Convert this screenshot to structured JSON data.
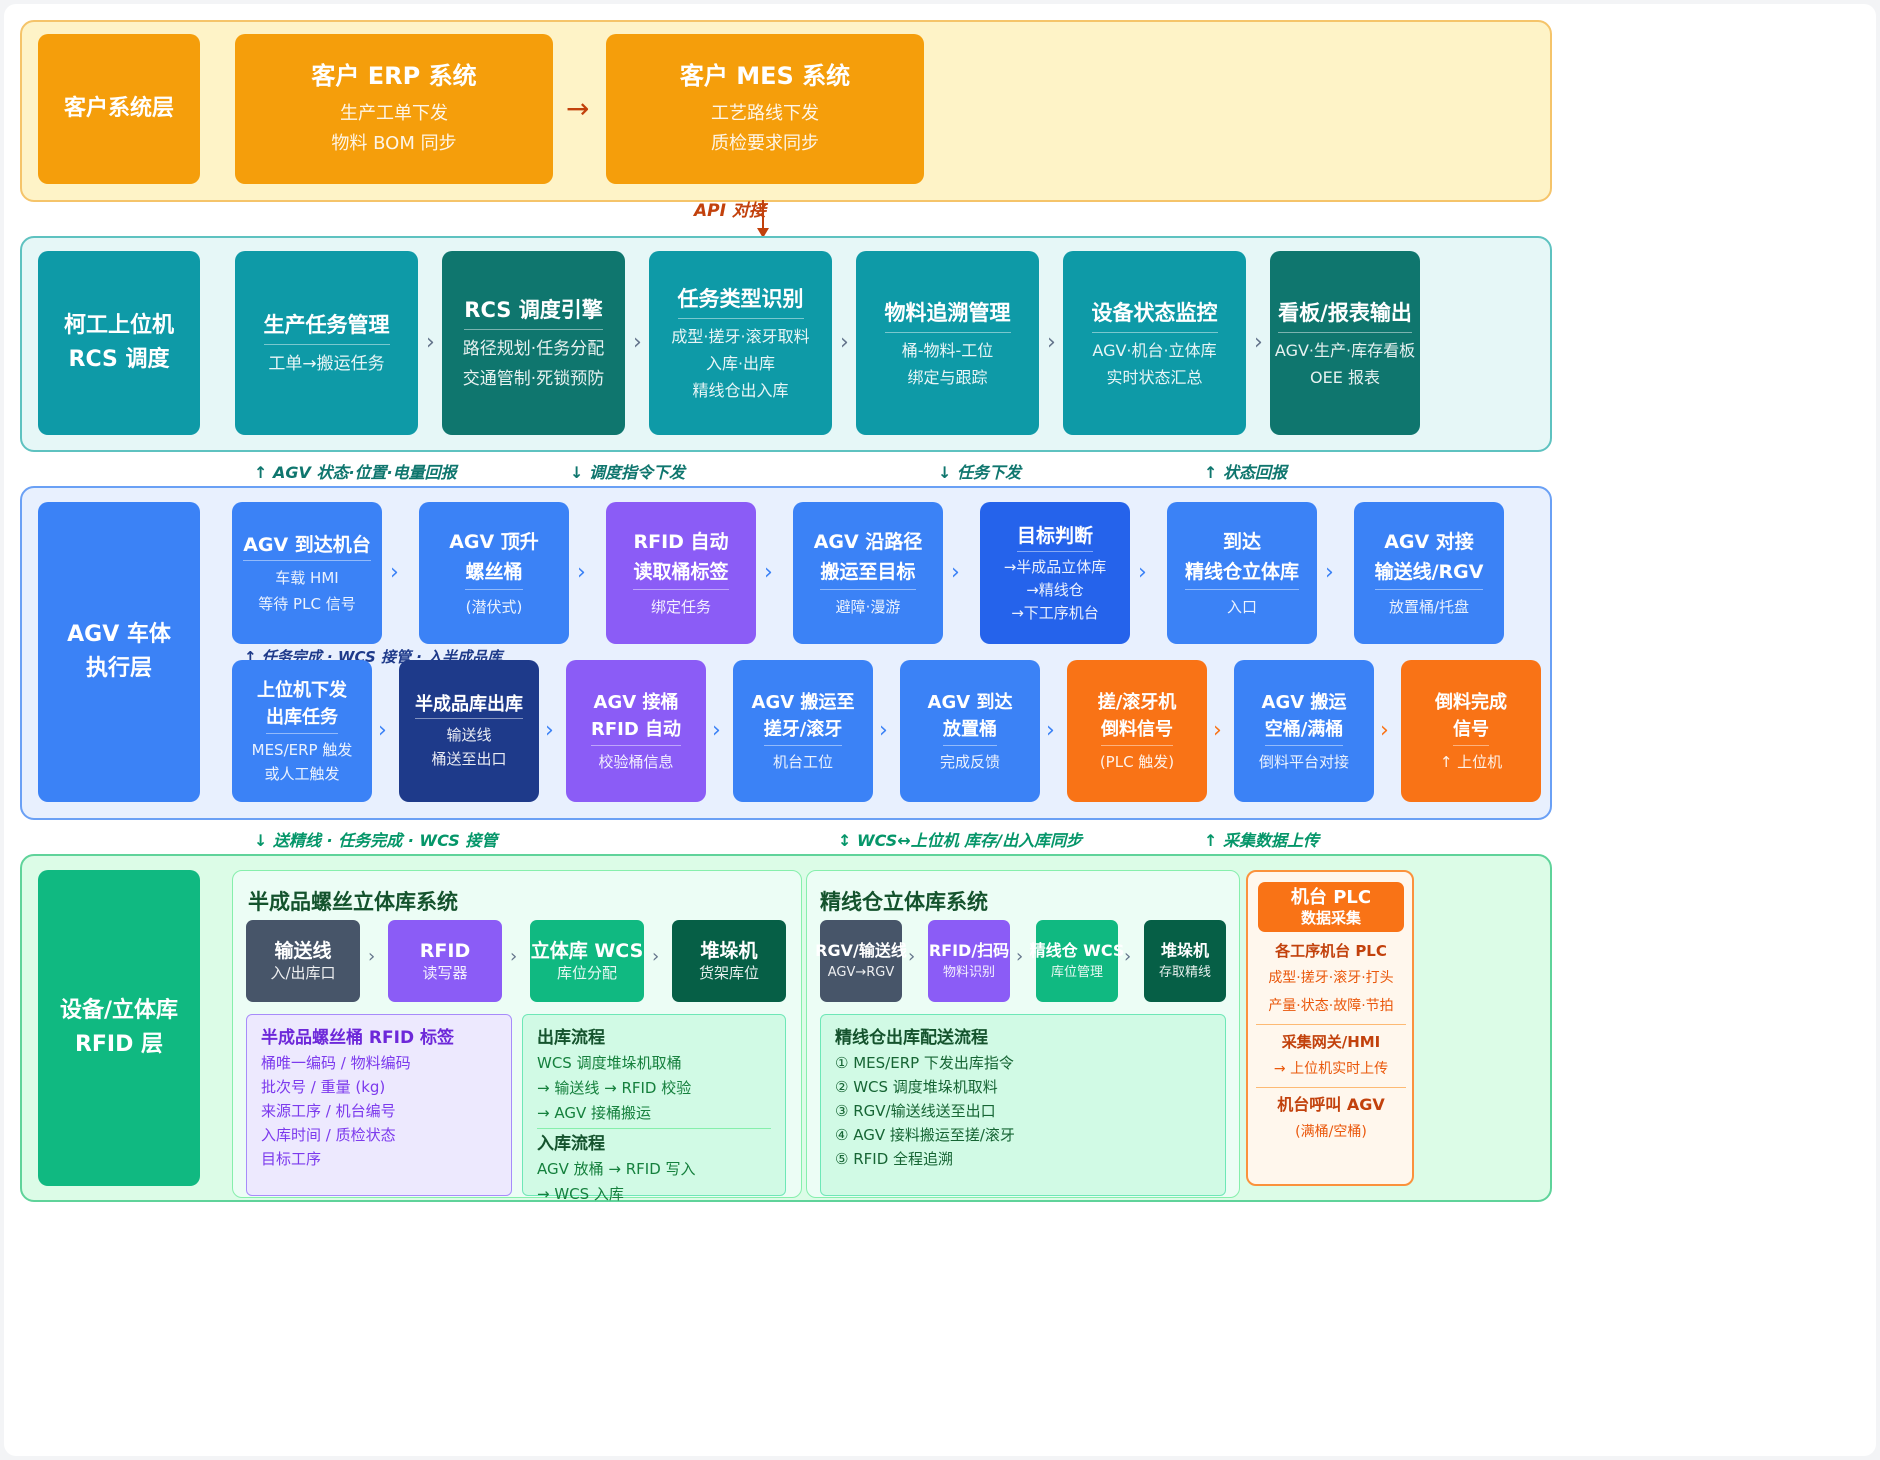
{
  "customer": {
    "layer": "客户系统层",
    "erp": {
      "title": "客户 ERP 系统",
      "l1": "生产工单下发",
      "l2": "物料 BOM 同步"
    },
    "mes": {
      "title": "客户 MES 系统",
      "l1": "工艺路线下发",
      "l2": "质检要求同步"
    },
    "api": "API 对接"
  },
  "rcs": {
    "layer_l1": "柯工上位机",
    "layer_l2": "RCS 调度",
    "boxes": [
      {
        "title": "生产任务管理",
        "l1": "工单→搬运任务",
        "l2": "",
        "l3": ""
      },
      {
        "title": "RCS 调度引擎",
        "l1": "路径规划·任务分配",
        "l2": "交通管制·死锁预防",
        "l3": ""
      },
      {
        "title": "任务类型识别",
        "l1": "成型·搓牙·滚牙取料",
        "l2": "入库·出库",
        "l3": "精线仓出入库"
      },
      {
        "title": "物料追溯管理",
        "l1": "桶-物料-工位",
        "l2": "绑定与跟踪",
        "l3": ""
      },
      {
        "title": "设备状态监控",
        "l1": "AGV·机台·立体库",
        "l2": "实时状态汇总",
        "l3": ""
      },
      {
        "title": "看板/报表输出",
        "l1": "AGV·生产·库存看板",
        "l2": "OEE 报表",
        "l3": ""
      }
    ]
  },
  "labels1": [
    "↑ AGV 状态·位置·电量回报",
    "↓ 调度指令下发",
    "↓ 任务下发",
    "↑ 状态回报"
  ],
  "agv": {
    "layer_l1": "AGV 车体",
    "layer_l2": "执行层",
    "row1": [
      {
        "t1": "AGV 到达机台",
        "t2": "",
        "s1": "车载 HMI",
        "s2": "等待 PLC 信号",
        "s3": ""
      },
      {
        "t1": "AGV 顶升",
        "t2": "螺丝桶",
        "s1": "(潜伏式)",
        "s2": "",
        "s3": ""
      },
      {
        "t1": "RFID 自动",
        "t2": "读取桶标签",
        "s1": "绑定任务",
        "s2": "",
        "s3": ""
      },
      {
        "t1": "AGV 沿路径",
        "t2": "搬运至目标",
        "s1": "避障·漫游",
        "s2": "",
        "s3": ""
      },
      {
        "t1": "目标判断",
        "t2": "",
        "s1": "→半成品立体库",
        "s2": "→精线仓",
        "s3": "→下工序机台"
      },
      {
        "t1": "到达",
        "t2": "精线仓立体库",
        "s1": "入口",
        "s2": "",
        "s3": ""
      },
      {
        "t1": "AGV 对接",
        "t2": "输送线/RGV",
        "s1": "放置桶/托盘",
        "s2": "",
        "s3": ""
      }
    ],
    "mid_label": "↑ 任务完成 · WCS 接管 · 入半成品库",
    "row2": [
      {
        "t1": "上位机下发",
        "t2": "出库任务",
        "s1": "MES/ERP 触发",
        "s2": "或人工触发"
      },
      {
        "t1": "半成品库出库",
        "t2": "",
        "s1": "输送线",
        "s2": "桶送至出口"
      },
      {
        "t1": "AGV 接桶",
        "t2": "RFID 自动",
        "s1": "校验桶信息",
        "s2": ""
      },
      {
        "t1": "AGV 搬运至",
        "t2": "搓牙/滚牙",
        "s1": "机台工位",
        "s2": ""
      },
      {
        "t1": "AGV 到达",
        "t2": "放置桶",
        "s1": "完成反馈",
        "s2": ""
      },
      {
        "t1": "搓/滚牙机",
        "t2": "倒料信号",
        "s1": "(PLC 触发)",
        "s2": ""
      },
      {
        "t1": "AGV 搬运",
        "t2": "空桶/满桶",
        "s1": "倒料平台对接",
        "s2": ""
      },
      {
        "t1": "倒料完成",
        "t2": "信号",
        "s1": "↑ 上位机",
        "s2": ""
      }
    ]
  },
  "labels2": [
    "↓ 送精线 · 任务完成 · WCS 接管",
    "↕ WCS↔上位机 库存/出入库同步",
    "↑ 采集数据上传"
  ],
  "device": {
    "layer_l1": "设备/立体库",
    "layer_l2": "RFID 层",
    "semi": {
      "title": "半成品螺丝立体库系统",
      "cards": [
        {
          "t": "输送线",
          "s": "入/出库口"
        },
        {
          "t": "RFID",
          "s": "读写器"
        },
        {
          "t": "立体库 WCS",
          "s": "库位分配"
        },
        {
          "t": "堆垛机",
          "s": "货架库位"
        }
      ],
      "tag": {
        "title": "半成品螺丝桶 RFID 标签",
        "lines": [
          "桶唯一编码 / 物料编码",
          "批次号 / 重量 (kg)",
          "来源工序 / 机台编号",
          "入库时间 / 质检状态",
          "目标工序"
        ]
      },
      "flow": {
        "out_title": "出库流程",
        "out_lines": [
          "WCS 调度堆垛机取桶",
          "→ 输送线 → RFID 校验",
          "→ AGV 接桶搬运"
        ],
        "in_title": "入库流程",
        "in_lines": [
          "AGV 放桶 → RFID 写入",
          "→ WCS 入库"
        ]
      }
    },
    "fine": {
      "title": "精线仓立体库系统",
      "cards": [
        {
          "t": "RGV/输送线",
          "s": "AGV→RGV"
        },
        {
          "t": "RFID/扫码",
          "s": "物料识别"
        },
        {
          "t": "精线仓 WCS",
          "s": "库位管理"
        },
        {
          "t": "堆垛机",
          "s": "存取精线"
        }
      ],
      "flow": {
        "title": "精线仓出库配送流程",
        "lines": [
          "① MES/ERP 下发出库指令",
          "② WCS 调度堆垛机取料",
          "③ RGV/输送线送至出口",
          "④ AGV 接料搬运至搓/滚牙",
          "⑤ RFID 全程追溯"
        ]
      }
    },
    "plc": {
      "title1": "机台 PLC",
      "title2": "数据采集",
      "h1": "各工序机台 PLC",
      "l1": "成型·搓牙·滚牙·打头",
      "l2": "产量·状态·故障·节拍",
      "h2": "采集网关/HMI",
      "l3": "→ 上位机实时上传",
      "h3": "机台呼叫 AGV",
      "l4": "(满桶/空桶)"
    }
  },
  "colors": {
    "orange": "#f59e0b",
    "teal": "#0d9488",
    "blue": "#3b82f6",
    "purple": "#8b5cf6",
    "navy": "#1e3a8a",
    "green": "#10b981",
    "red_orange": "#f97316"
  }
}
